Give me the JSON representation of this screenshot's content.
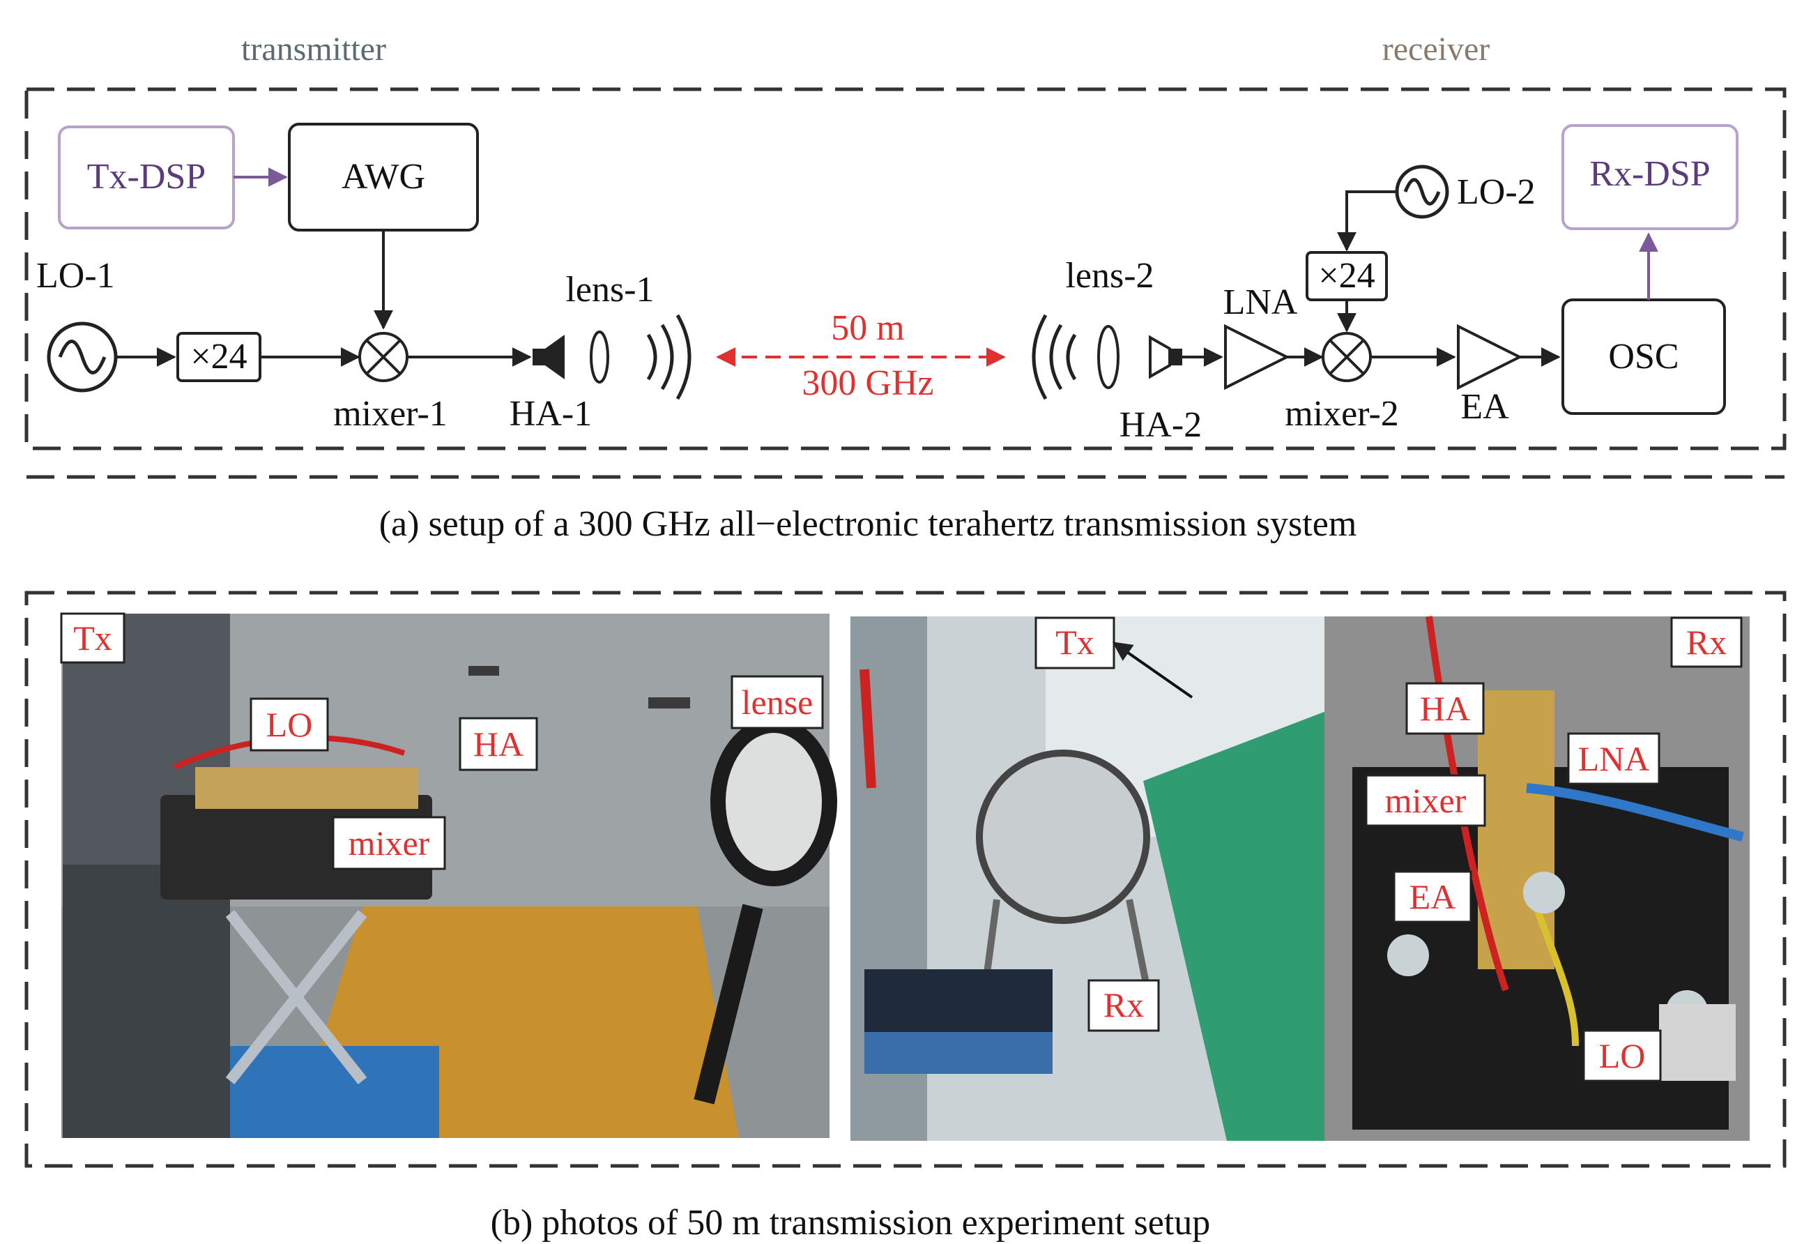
{
  "panel_a": {
    "section_transmitter": "transmitter",
    "section_receiver": "receiver",
    "blocks": {
      "tx_dsp": "Tx-DSP",
      "awg": "AWG",
      "rx_dsp": "Rx-DSP",
      "osc": "OSC",
      "mult_tx": "×24",
      "mult_rx": "×24"
    },
    "labels": {
      "lo1": "LO-1",
      "lo2": "LO-2",
      "mixer1": "mixer-1",
      "mixer2": "mixer-2",
      "ha1": "HA-1",
      "ha2": "HA-2",
      "lens1": "lens-1",
      "lens2": "lens-2",
      "lna": "LNA",
      "ea": "EA"
    },
    "link": {
      "distance": "50 m",
      "frequency": "300 GHz"
    },
    "caption": "(a) setup of a 300 GHz all−electronic terahertz transmission system"
  },
  "panel_b": {
    "photo1_tags": {
      "tx": "Tx",
      "lo": "LO",
      "ha": "HA",
      "mixer": "mixer",
      "lense": "lense"
    },
    "photo2_tags": {
      "tx": "Tx",
      "rx": "Rx"
    },
    "photo3_tags": {
      "rx": "Rx",
      "ha": "HA",
      "lna": "LNA",
      "mixer": "mixer",
      "ea": "EA",
      "lo": "LO"
    },
    "caption": "(b) photos of 50 m transmission experiment setup"
  },
  "colors": {
    "dsp_border": "#b7a3c9",
    "dsp_text": "#5a3c7a",
    "link_red": "#e03030",
    "tag_red": "#e03030"
  }
}
